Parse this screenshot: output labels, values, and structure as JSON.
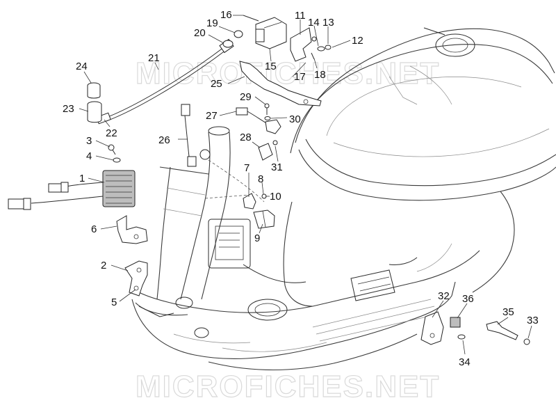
{
  "watermark": {
    "text_top": "MICROFICHES.NET",
    "text_bottom": "MICROFICHES.NET"
  },
  "callouts": [
    "1",
    "2",
    "3",
    "4",
    "5",
    "6",
    "7",
    "8",
    "9",
    "10",
    "11",
    "12",
    "13",
    "14",
    "15",
    "16",
    "17",
    "18",
    "19",
    "20",
    "21",
    "22",
    "23",
    "24",
    "25",
    "26",
    "27",
    "28",
    "29",
    "30",
    "31",
    "32",
    "33",
    "34",
    "35",
    "36"
  ],
  "colors": {
    "line": "#2b2b2b",
    "watermark": "#d9d9d9",
    "background": "#ffffff"
  }
}
